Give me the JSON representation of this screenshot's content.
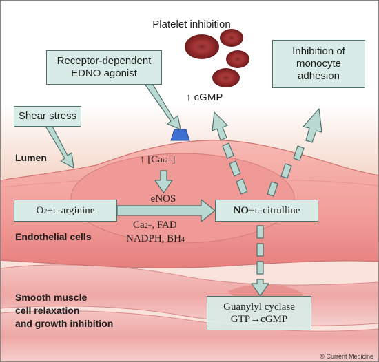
{
  "labels": {
    "platelet_inhibition": "Platelet inhibition",
    "receptor_agonist": [
      "Receptor-dependent",
      "EDNO agonist"
    ],
    "monocyte": [
      "Inhibition of",
      "monocyte",
      "adhesion"
    ],
    "cgmp_up_arrow": "↑",
    "cgmp": "cGMP",
    "shear_stress": "Shear stress",
    "lumen": "Lumen",
    "calcium_up_arrow": "↑",
    "calcium_bracket_open": "[Ca",
    "calcium_sub": "i",
    "calcium_sup": "2+",
    "calcium_bracket_close": "]",
    "enos": "eNOS",
    "o2": "O",
    "o2_sub": "2",
    "plus_1": " + ",
    "l_1": "l",
    "arginine": "-arginine",
    "no": "NO",
    "plus_2": " + ",
    "l_2": "l",
    "citrulline": "-citrulline",
    "ca_fad_prefix": "Ca",
    "ca_fad_sup": "2+",
    "ca_fad_rest": ", FAD",
    "nadph": "NADPH, BH",
    "nadph_sub": "4",
    "endothelial_cells": "Endothelial cells",
    "smooth_muscle": [
      "Smooth muscle",
      "cell relaxation",
      "and growth inhibition"
    ],
    "guanylyl": "Guanylyl cyclase",
    "gtp": "GTP",
    "gtp_arrow": " → ",
    "gtp_cgmp": "cGMP",
    "credit": "© Current Medicine"
  },
  "colors": {
    "endothelium": "#f2a6a0",
    "endothelium_dark": "#d96d6b",
    "nucleus": "#eb8d8b",
    "smooth_muscle": "#f0b3b1",
    "lumen": "#f7ddd0",
    "box_fill": "#d9ebe6",
    "box_border": "#4f6f6a",
    "arrow": "#b9d9d2",
    "platelet": "#9c2f30",
    "receptor": "#3b6fd0"
  }
}
